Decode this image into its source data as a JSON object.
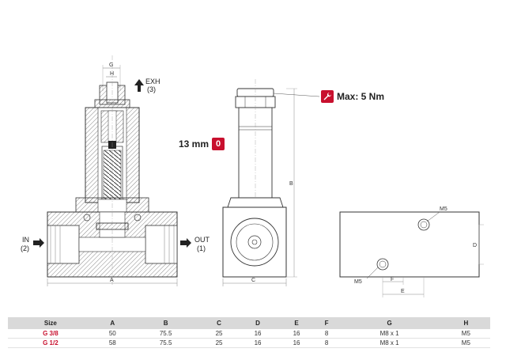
{
  "labels": {
    "g": "G",
    "h": "H",
    "exh": "EXH",
    "exh_port": "(3)",
    "in": "IN",
    "in_port": "(2)",
    "out": "OUT",
    "out_port": "(1)",
    "a": "A",
    "b": "B",
    "c": "C",
    "d": "D",
    "e": "E",
    "f": "F",
    "m5_top": "M5",
    "m5_bottom": "M5"
  },
  "callouts": {
    "wrench_text": "Max: 5 Nm",
    "nut_text": "13 mm",
    "nut_symbol": "0"
  },
  "table": {
    "headers": [
      "Size",
      "A",
      "B",
      "C",
      "D",
      "E",
      "F",
      "G",
      "H"
    ],
    "rows": [
      [
        "G 3/8",
        "50",
        "75.5",
        "25",
        "16",
        "16",
        "8",
        "M8 x 1",
        "M5"
      ],
      [
        "G 1/2",
        "58",
        "75.5",
        "25",
        "16",
        "16",
        "8",
        "M8 x 1",
        "M5"
      ]
    ]
  },
  "colors": {
    "accent_red": "#c8102e",
    "header_gray": "#d9d9d9",
    "hatch": "#555555"
  },
  "icons": [
    "wrench-icon",
    "hex-nut-icon",
    "arrow-up-icon",
    "arrow-right-icon"
  ]
}
